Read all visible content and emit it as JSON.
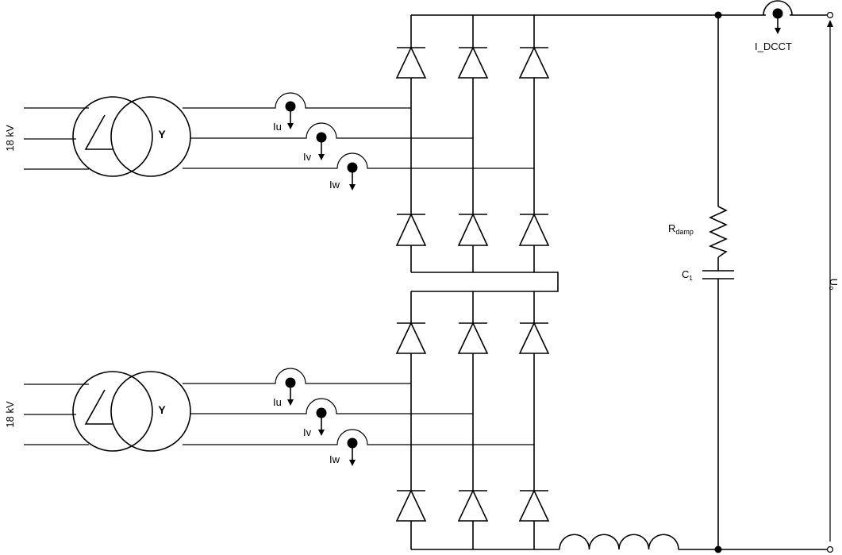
{
  "colors": {
    "line": "#000000",
    "background": "#ffffff"
  },
  "labels": {
    "voltage_top": "18 kV",
    "voltage_bottom": "18 kV",
    "winding_top": "Y",
    "winding_bottom": "Y",
    "iu_top": "Iu",
    "iv_top": "Iv",
    "iw_top": "Iw",
    "iu_bottom": "Iu",
    "iv_bottom": "Iv",
    "iw_bottom": "Iw",
    "dcct": "I_DCCT",
    "r_main": "R",
    "r_sub": "damp",
    "c_main": "C",
    "c_sub": "1",
    "u0": "U₀"
  }
}
